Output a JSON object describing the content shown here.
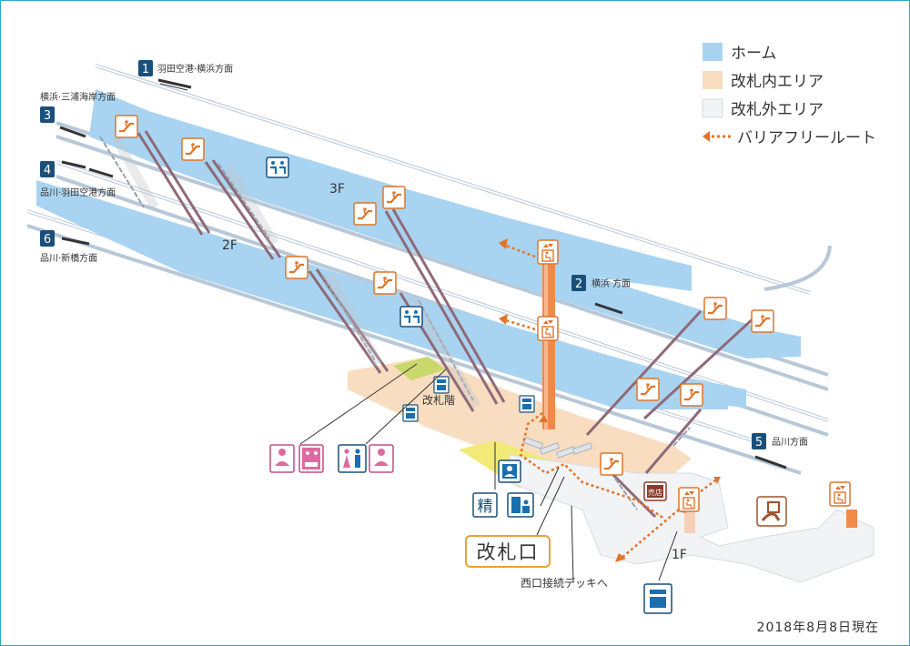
{
  "legend": {
    "platform": "ホーム",
    "inside_gate": "改札内エリア",
    "outside_gate": "改札外エリア",
    "barrier_free": "バリアフリールート"
  },
  "colors": {
    "platform": "#a9d4f1",
    "inside_gate": "#f9ddc0",
    "outside_gate": "#f2f3f5",
    "route": "#e0752a",
    "track_line": "#b8c8d8",
    "stair": "#8f6a78",
    "elevator_shaft": "#f08a4b",
    "accent": "#1a4f7a",
    "gate": "#e8a23a",
    "yellow": "#f1e978",
    "green": "#c9d86a"
  },
  "tracks": [
    {
      "no": "1",
      "label": "羽田空港·横浜方面"
    },
    {
      "no": "3",
      "label": "横浜·三浦海岸方面"
    },
    {
      "no": "4",
      "label": "品川·羽田空港方面"
    },
    {
      "no": "6",
      "label": "品川·新橋方面"
    },
    {
      "no": "2",
      "label": "横浜 方面"
    },
    {
      "no": "5",
      "label": "品川方面"
    }
  ],
  "floors": {
    "f3": "3F",
    "f2": "2F",
    "f1": "1F"
  },
  "labels": {
    "gate_floor": "改札階",
    "fare_adjust": "精",
    "gate": "改札口",
    "west_deck": "西口接続デッキへ",
    "shop": "売店",
    "date": "2018年8月8日現在"
  },
  "icons": {
    "escalator": "escalator-icon",
    "elevator": "elevator-icon",
    "accessible_toilet": "accessible-toilet-icon",
    "ticket_machine": "ticket-machine-icon",
    "station_staff": "station-staff-icon",
    "multipurpose_toilet": "multipurpose-toilet-icon",
    "restroom": "restroom-icon",
    "baby_room": "baby-room-icon",
    "coin_locker": "coin-locker-icon"
  }
}
